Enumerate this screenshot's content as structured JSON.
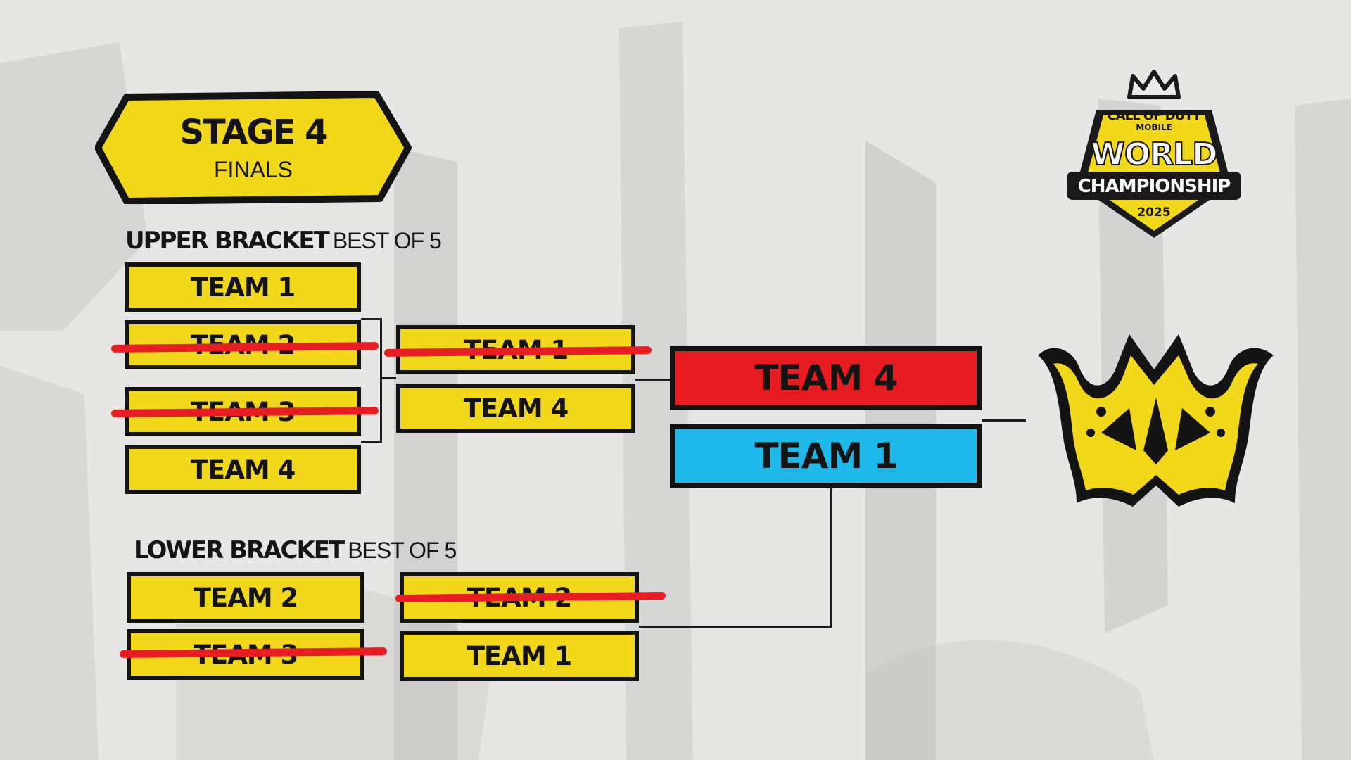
{
  "header": {
    "stage_title": "STAGE 4",
    "stage_subtitle": "FINALS"
  },
  "upper_bracket": {
    "label": "UPPER BRACKET",
    "format": "BEST OF 5",
    "round1": [
      {
        "team": "TEAM 1",
        "eliminated": false
      },
      {
        "team": "TEAM 2",
        "eliminated": true
      },
      {
        "team": "TEAM 3",
        "eliminated": true
      },
      {
        "team": "TEAM 4",
        "eliminated": false
      }
    ],
    "round2": [
      {
        "team": "TEAM 1",
        "eliminated": true
      },
      {
        "team": "TEAM 4",
        "eliminated": false
      }
    ]
  },
  "lower_bracket": {
    "label": "LOWER BRACKET",
    "format": "BEST OF 5",
    "round1": [
      {
        "team": "TEAM 2",
        "eliminated": false
      },
      {
        "team": "TEAM 3",
        "eliminated": true
      }
    ],
    "round2": [
      {
        "team": "TEAM 2",
        "eliminated": true
      },
      {
        "team": "TEAM 1",
        "eliminated": false
      }
    ]
  },
  "grand_final": [
    {
      "team": "TEAM 4",
      "color": "#e71c20"
    },
    {
      "team": "TEAM 1",
      "color": "#1fb8ea"
    }
  ],
  "logo": {
    "line1": "CALL OF DUTY",
    "line2": "MOBILE",
    "line3": "WORLD",
    "line4": "CHAMPIONSHIP",
    "year": "2025"
  },
  "icons": {
    "trophy": "crown-icon",
    "event_logo": "world-championship-logo"
  },
  "colors": {
    "accent_yellow": "#f2d81b",
    "grand_final_red": "#e71c20",
    "grand_final_blue": "#1fb8ea",
    "strike_red": "#e81d24"
  }
}
